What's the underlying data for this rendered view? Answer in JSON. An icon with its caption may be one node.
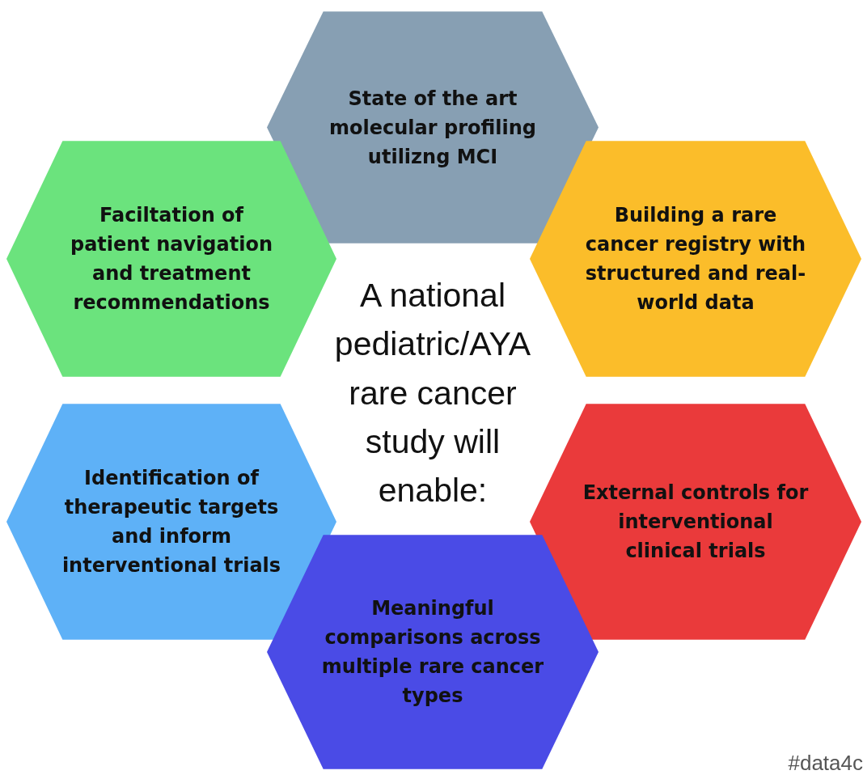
{
  "diagram": {
    "nodes": [
      {
        "text": [
          "State of the art molecular profiling utilizng MCI"
        ]
      },
      {
        "text": [
          "Faciltation of patient navigation and treatment recommendations"
        ]
      },
      {
        "text": [
          "Building a rare cancer registry with structured and real-world data"
        ]
      },
      {
        "text": [
          "Identification of therapeutic targets and inform interventional trials"
        ]
      },
      {
        "text": [
          "External controls for interventional clinical trials"
        ]
      },
      {
        "text": [
          "Meaningful comparisons across multiple rare cancer types"
        ]
      }
    ],
    "labels": [
      "A national pediatric/AYA rare cancer study will enable:",
      "#data4c"
    ]
  }
}
